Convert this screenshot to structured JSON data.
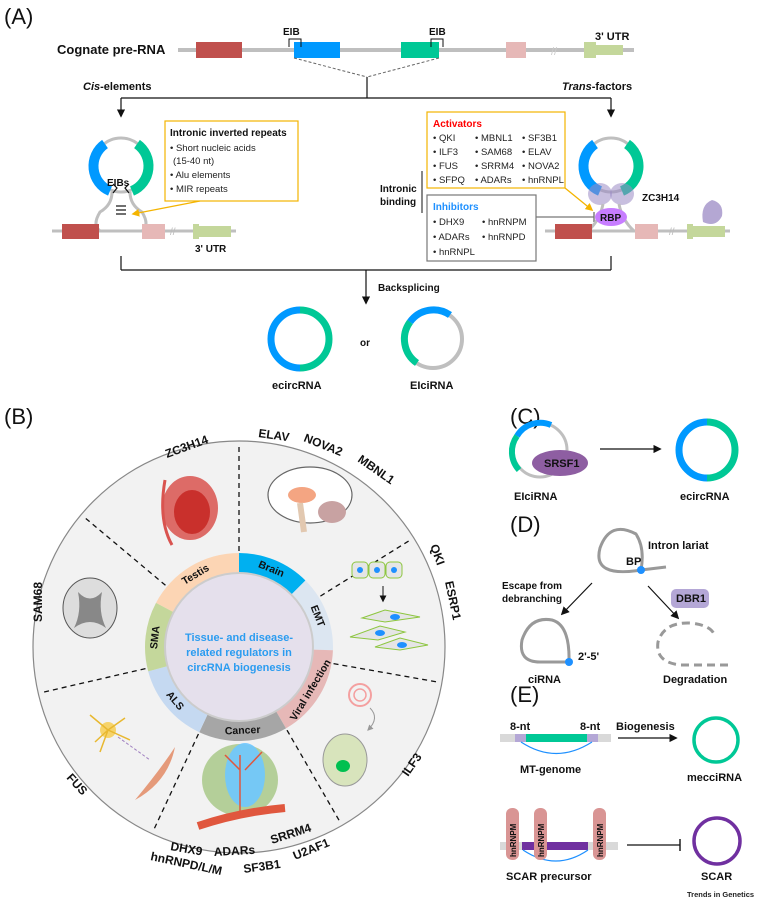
{
  "panels": {
    "A": "(A)",
    "B": "(B)",
    "C": "(C)",
    "D": "(D)",
    "E": "(E)"
  },
  "colors": {
    "exon_red": "#c0504d",
    "exon_blue": "#0099ff",
    "exon_green": "#00c896",
    "exon_pink": "#e6b8b7",
    "utr_green": "#c4d79b",
    "intron_gray": "#bfbfbf",
    "activator_red": "#ff0000",
    "inhibitor_blue": "#1e90ff",
    "box_yellow": "#f4b400",
    "rbp_purple": "#c77dff",
    "center_text_blue": "#2b9cf0",
    "mecci_green": "#00c896",
    "scar_purple": "#7030a0",
    "hnrnpm_pink": "#d99594"
  },
  "panelA": {
    "cognate_label": "Cognate pre-RNA",
    "eib_left": "EIB",
    "eib_right": "EIB",
    "utr_top": "3' UTR",
    "cis_label_italic": "Cis",
    "cis_label_rest": "-elements",
    "trans_label_italic": "Trans",
    "trans_label_rest": "-factors",
    "eibs_label": "EIBs",
    "utr_left": "3' UTR",
    "iir_box": {
      "title": "Intronic inverted repeats",
      "items": [
        "• Short nucleic acids",
        "  (15-40 nt)",
        "• Alu elements",
        "• MIR repeats"
      ]
    },
    "intronic_binding": [
      "Intronic",
      "binding"
    ],
    "activators": {
      "title": "Activators",
      "rows": [
        [
          "• QKI",
          "• MBNL1",
          "• SF3B1"
        ],
        [
          "• ILF3",
          "• SAM68",
          "• ELAV"
        ],
        [
          "• FUS",
          "• SRRM4",
          "• NOVA2"
        ],
        [
          "• SFPQ",
          "• ADARs",
          "• hnRNPL"
        ]
      ]
    },
    "inhibitors": {
      "title": "Inhibitors",
      "rows": [
        [
          "• DHX9",
          "• hnRNPM"
        ],
        [
          "• ADARs",
          "• hnRNPD"
        ],
        [
          "• hnRNPL",
          ""
        ]
      ]
    },
    "rbp_label": "RBP",
    "zc3h14_label": "ZC3H14",
    "backsplicing_label": "Backsplicing",
    "or_label": "or",
    "ecircrna_label": "ecircRNA",
    "elcirna_label": "EIciRNA"
  },
  "panelB": {
    "center_text": [
      "Tissue- and disease-",
      "related regulators in",
      "circRNA biogenesis"
    ],
    "ring_segments": [
      {
        "label": "Testis",
        "color": "#fcd5b4"
      },
      {
        "label": "Brain",
        "color": "#00b0f0"
      },
      {
        "label": "EMT",
        "color": "#dce6f1"
      },
      {
        "label": "Viral infection",
        "color": "#e6b8b7"
      },
      {
        "label": "Cancer",
        "color": "#a6a6a6"
      },
      {
        "label": "ALS",
        "color": "#c5d9f1"
      },
      {
        "label": "SMA",
        "color": "#c4d79b"
      }
    ],
    "outer_labels": {
      "zc3h14": "ZC3H14",
      "elav": "ELAV",
      "nova2": "NOVA2",
      "mbnl1": "MBNL1",
      "qki": "QKI",
      "esrp1": "ESRP1",
      "ilf3": "ILF3",
      "srrm4": "SRRM4",
      "u2af1": "U2AF1",
      "adars": "ADARs",
      "sf3b1": "SF3B1",
      "dhx9": "DHX9",
      "hnrnpd": "hnRNPD/L/M",
      "fus": "FUS",
      "sam68": "SAM68"
    }
  },
  "panelC": {
    "srsf1_label": "SRSF1",
    "elcirna_label": "EIciRNA",
    "ecircrna_label": "ecircRNA"
  },
  "panelD": {
    "intron_lariat": "Intron lariat",
    "bp_label": "BP",
    "escape_label": [
      "Escape from",
      "debranching"
    ],
    "dbr1_label": "DBR1",
    "linkage_label": "2'-5'",
    "cirna_label": "ciRNA",
    "degradation_label": "Degradation"
  },
  "panelE": {
    "nt_left": "8-nt",
    "nt_right": "8-nt",
    "biogenesis_label": "Biogenesis",
    "mt_genome_label": "MT-genome",
    "meccirna_label": "mecciRNA",
    "hnrnpm_label": "hnRNPM",
    "scar_precursor_label": "SCAR precursor",
    "scar_label": "SCAR"
  },
  "footer": {
    "journal": "Trends in Genetics"
  }
}
